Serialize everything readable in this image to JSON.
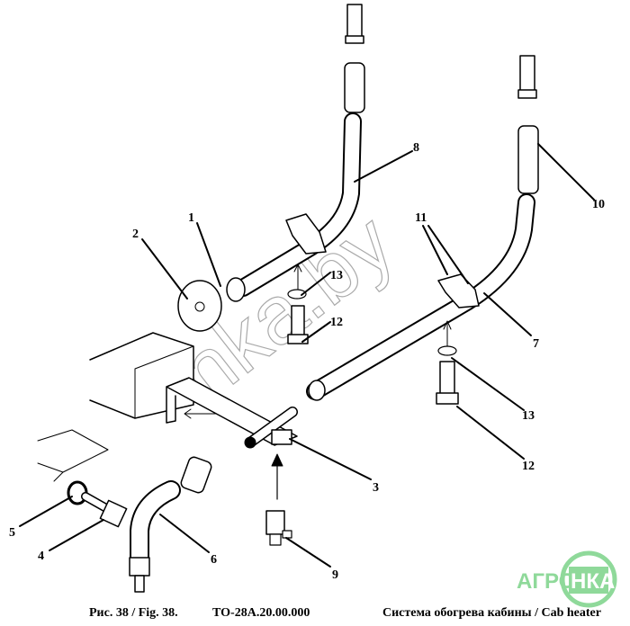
{
  "diagram": {
    "callouts": [
      "1",
      "2",
      "3",
      "4",
      "5",
      "6",
      "7",
      "8",
      "9",
      "10",
      "11",
      "12",
      "13"
    ],
    "watermark": "nka.by",
    "logo": {
      "left": "АГРО",
      "right": "НКА",
      "color": "#8fd99a"
    }
  },
  "caption": {
    "figure": "Рис. 38 / Fig. 38.",
    "code": "ТО-28А.20.00.000",
    "title": "Система обогрева кабины / Cab heater"
  }
}
